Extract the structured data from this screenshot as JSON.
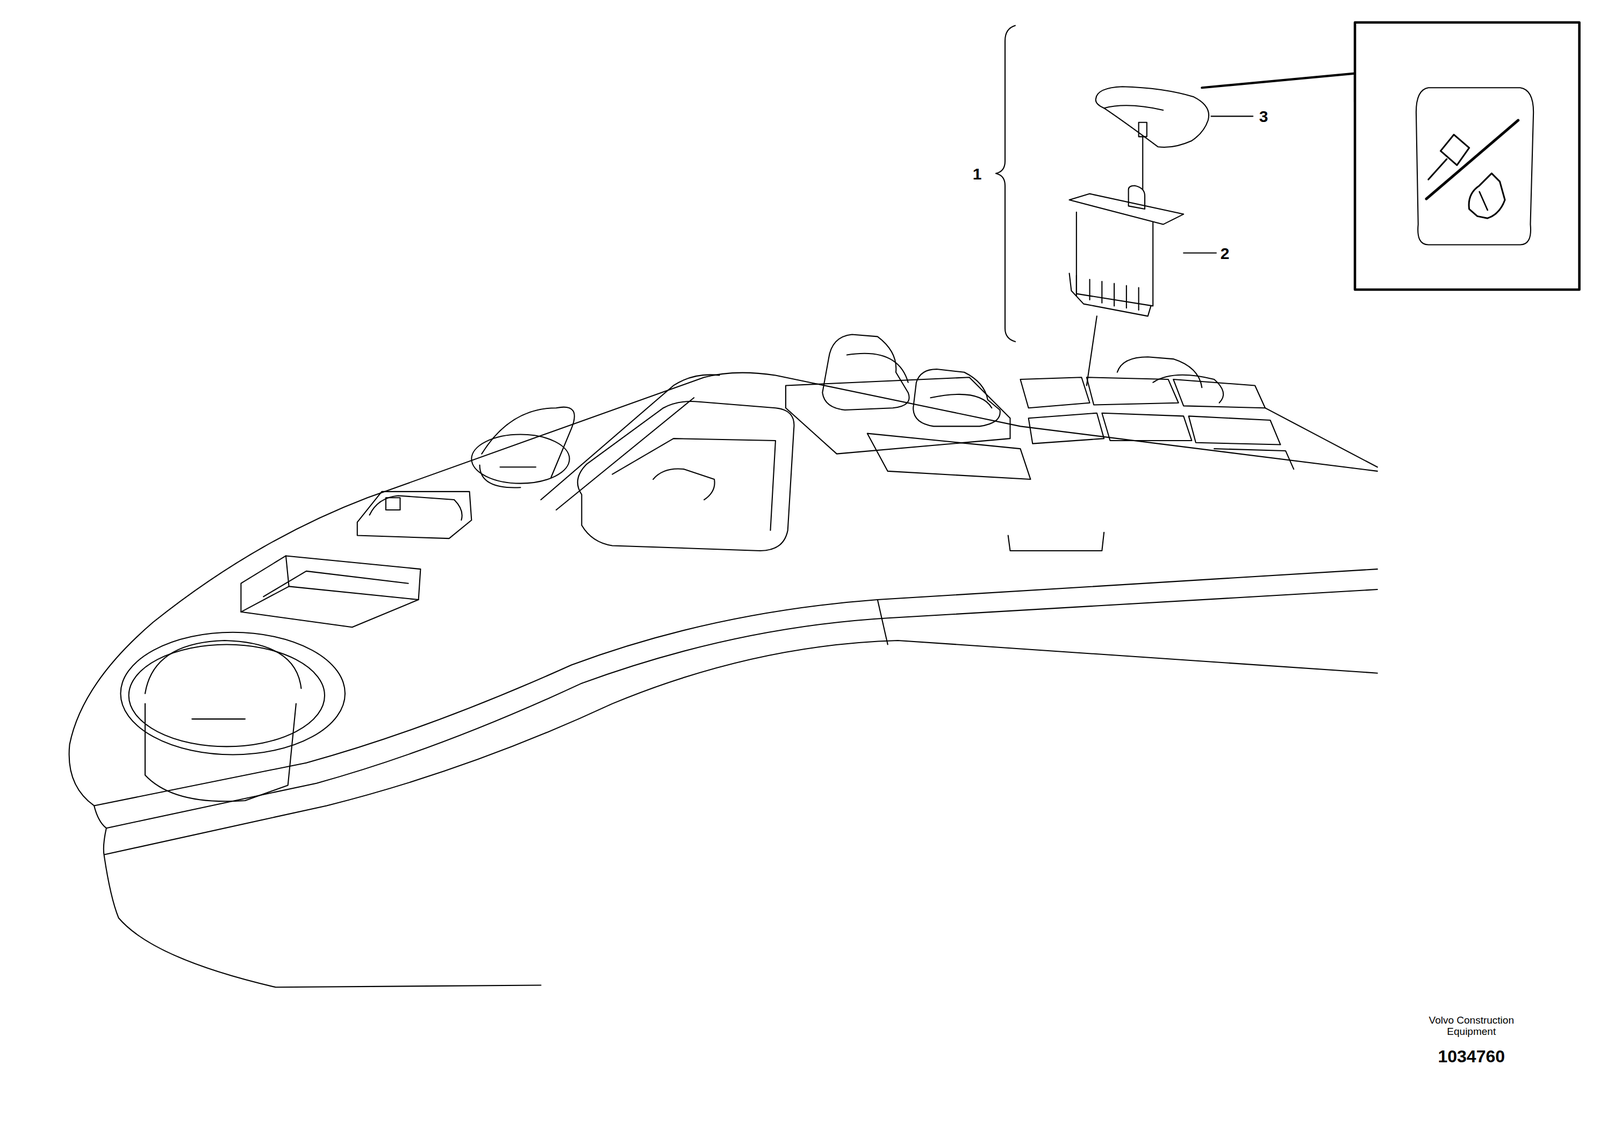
{
  "diagram": {
    "labels": [
      "1",
      "2",
      "3",
      "Volvo Construction Equipment",
      "1034760"
    ]
  }
}
